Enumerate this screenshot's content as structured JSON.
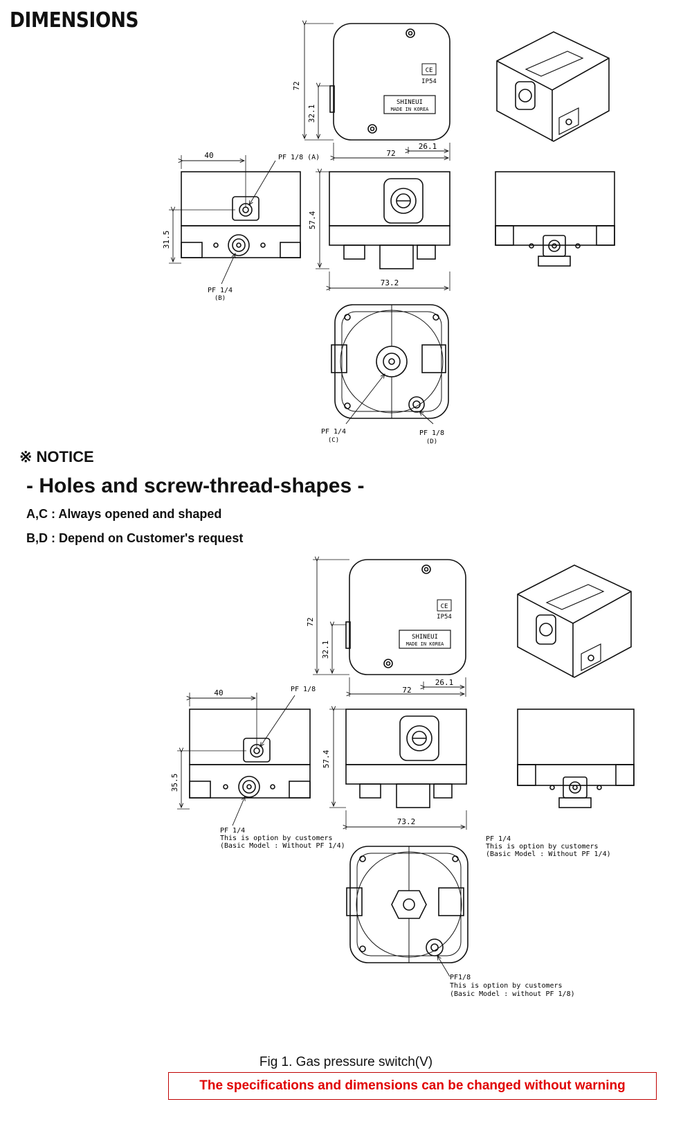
{
  "page": {
    "heading": "DIMENSIONS",
    "notice_label": "※ NOTICE",
    "notice_title": "- Holes and screw-thread-shapes -",
    "notice_lines": [
      "A,C : Always opened and shaped",
      "B,D : Depend on Customer's request"
    ],
    "figure_caption": "Fig 1. Gas pressure switch(V)",
    "warning": "The specifications and dimensions can be changed without warning"
  },
  "fig1": {
    "top_width": "72",
    "top_height": "72",
    "top_offset_y": "32.1",
    "top_offset_x": "26.1",
    "label_ce": "CE",
    "label_ip": "IP54",
    "label_brand": "SHINEUI",
    "label_made": "MADE IN KOREA",
    "left_width": "40",
    "left_port_a": "PF 1/8 (A)",
    "left_height": "31.5",
    "left_port_b1": "PF 1/4",
    "left_port_b2": "(B)",
    "front_height": "57.4",
    "front_width": "73.2",
    "bottom_port_c1": "PF 1/4",
    "bottom_port_c2": "(C)",
    "bottom_port_d1": "PF 1/8",
    "bottom_port_d2": "(D)"
  },
  "fig2": {
    "top_width": "72",
    "top_height": "72",
    "top_offset_y": "32.1",
    "top_offset_x": "26.1",
    "label_ce": "CE",
    "label_ip": "IP54",
    "label_brand": "SHINEUI",
    "label_made": "MADE IN KOREA",
    "left_width": "40",
    "left_port": "PF 1/8",
    "left_height": "35.5",
    "front_height": "57.4",
    "front_width": "73.2",
    "note_left": [
      "PF 1/4",
      "This is option by customers",
      "(Basic Model : Without PF 1/4)"
    ],
    "note_right": [
      "PF 1/4",
      "This is option by customers",
      "(Basic Model : Without PF 1/4)"
    ],
    "note_bottom": [
      "PF1/8",
      "This is option by customers",
      "(Basic Model : without PF 1/8)"
    ]
  }
}
